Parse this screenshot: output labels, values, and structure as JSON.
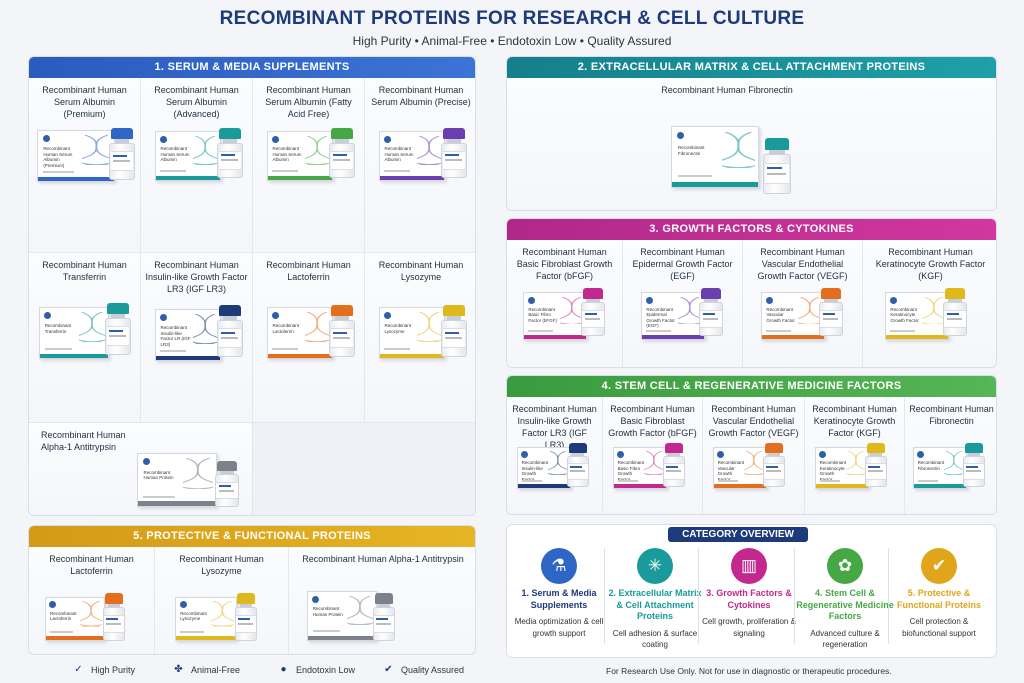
{
  "header": {
    "title": "RECOMBINANT PROTEINS FOR RESEARCH & CELL CULTURE",
    "subtitle": "High Purity  •  Animal-Free  •  Endotoxin Low  •  Quality Assured"
  },
  "colors": {
    "navy": "#1d3a7a",
    "blue": "#2f66c6",
    "teal": "#1a9a9a",
    "green": "#45a845",
    "purple": "#6b3fb0",
    "orange": "#e46d1e",
    "yellow": "#e0b81b",
    "magenta": "#c2288e",
    "gray": "#7d828a"
  },
  "sections": {
    "serum": {
      "heading": "1. SERUM & MEDIA SUPPLEMENTS",
      "products": [
        {
          "name": "Recombinant Human Serum Albumin (Premium)",
          "box_label": "Recombinant Human Serum Albumin (Premium)",
          "accent": "blue"
        },
        {
          "name": "Recombinant Human Serum Albumin (Advanced)",
          "box_label": "Recombinant Human Serum Albumin",
          "accent": "teal"
        },
        {
          "name": "Recombinant Human Serum Albumin (Fatty Acid Free)",
          "box_label": "Recombinant Human Serum Albumin",
          "accent": "green"
        },
        {
          "name": "Recombinant Human Serum Albumin (Precise)",
          "box_label": "Recombinant Human Serum Albumin",
          "accent": "purple"
        },
        {
          "name": "Recombinant Human Transferrin",
          "box_label": "Recombinant Transferrin",
          "accent": "teal"
        },
        {
          "name": "Recombinant Human Insulin-like Growth Factor LR3 (IGF LR3)",
          "box_label": "Recombinant Insulin-like Factor LR (IGF LR3)",
          "accent": "navy"
        },
        {
          "name": "Recombinant Human Lactoferrin",
          "box_label": "Recombinant Lactoferrin",
          "accent": "orange"
        },
        {
          "name": "Recombinant Human Lysozyme",
          "box_label": "Recombinant Lysozyme",
          "accent": "yellow"
        },
        {
          "name": "Recombinant Human Alpha-1 Antitrypsin",
          "box_label": "Recombinant Human Protein",
          "accent": "gray"
        }
      ]
    },
    "ecm": {
      "heading": "2. EXTRACELLULAR MATRIX & CELL ATTACHMENT PROTEINS",
      "products": [
        {
          "name": "Recombinant Human Fibronectin",
          "box_label": "Recombinant Fibronectin",
          "accent": "teal"
        }
      ]
    },
    "growth": {
      "heading": "3. GROWTH FACTORS & CYTOKINES",
      "products": [
        {
          "name": "Recombinant Human Basic Fibroblast Growth Factor (bFGF)",
          "box_label": "Recombinant Basic Fibro Factor (bFGF)",
          "accent": "magenta"
        },
        {
          "name": "Recombinant Human Epidermal Growth Factor (EGF)",
          "box_label": "Recombinant Epidermal Growth Factor (EGF)",
          "accent": "purple"
        },
        {
          "name": "Recombinant Human Vascular Endothelial Growth Factor (VEGF)",
          "box_label": "Recombinant Vascular Growth Factor",
          "accent": "orange"
        },
        {
          "name": "Recombinant Human Keratinocyte Growth Factor (KGF)",
          "box_label": "Recombinant Keratinocyte Growth Factor",
          "accent": "yellow"
        }
      ]
    },
    "stem": {
      "heading": "4. STEM CELL & REGENERATIVE MEDICINE FACTORS",
      "products": [
        {
          "name": "Recombinant Human Insulin-like Growth Factor LR3 (IGF LR3)",
          "box_label": "Recombinant Insulin-like Growth Factor",
          "accent": "navy"
        },
        {
          "name": "Recombinant Human Basic Fibroblast Growth Factor (bFGF)",
          "box_label": "Recombinant Basic Fibro Growth Factor",
          "accent": "magenta"
        },
        {
          "name": "Recombinant Human Vascular Endothelial Growth Factor (VEGF)",
          "box_label": "Recombinant Vascular Growth Factor",
          "accent": "orange"
        },
        {
          "name": "Recombinant Human Keratinocyte Growth Factor (KGF)",
          "box_label": "Recombinant Keratinocyte Growth Factor",
          "accent": "yellow"
        },
        {
          "name": "Recombinant Human Fibronectin",
          "box_label": "Recombinant Fibronectin",
          "accent": "teal"
        }
      ]
    },
    "protective": {
      "heading": "5. PROTECTIVE & FUNCTIONAL PROTEINS",
      "products": [
        {
          "name": "Recombinant Human Lactoferrin",
          "box_label": "Recombinant Lactoferrin",
          "accent": "orange"
        },
        {
          "name": "Recombinant Human Lysozyme",
          "box_label": "Recombinant Lysozyme",
          "accent": "yellow"
        },
        {
          "name": "Recombinant Human Alpha-1 Antitrypsin",
          "box_label": "Recombinant Human Protein",
          "accent": "gray"
        }
      ]
    }
  },
  "overview": {
    "heading": "CATEGORY OVERVIEW",
    "items": [
      {
        "title": "1. Serum & Media Supplements",
        "desc": "Media optimization & cell growth support",
        "color": "#2f66c6",
        "icon": "flask-icon",
        "glyph": "⚗"
      },
      {
        "title": "2. Extracellular Matrix & Cell Attachment Proteins",
        "desc": "Cell adhesion & surface coating",
        "color": "#1a9a9a",
        "icon": "network-icon",
        "glyph": "✳"
      },
      {
        "title": "3. Growth Factors & Cytokines",
        "desc": "Cell growth, proliferation & signaling",
        "color": "#c2288e",
        "icon": "bar-chart-icon",
        "glyph": "▥"
      },
      {
        "title": "4. Stem Cell & Regenerative Medicine Factors",
        "desc": "Advanced culture & regeneration",
        "color": "#45a845",
        "icon": "stem-cell-icon",
        "glyph": "✿"
      },
      {
        "title": "5. Protective & Functional Proteins",
        "desc": "Cell protection & biofunctional support",
        "color": "#e0a51b",
        "icon": "shield-icon",
        "glyph": "✔"
      }
    ]
  },
  "badges": [
    {
      "label": "High Purity",
      "icon": "check-circle-icon",
      "glyph": "✓"
    },
    {
      "label": "Animal-Free",
      "icon": "paw-icon",
      "glyph": "✤"
    },
    {
      "label": "Endotoxin Low",
      "icon": "drop-icon",
      "glyph": "●"
    },
    {
      "label": "Quality Assured",
      "icon": "shield-check-icon",
      "glyph": "✔"
    }
  ],
  "footnote": "For Research Use Only. Not for use in diagnostic or therapeutic procedures."
}
